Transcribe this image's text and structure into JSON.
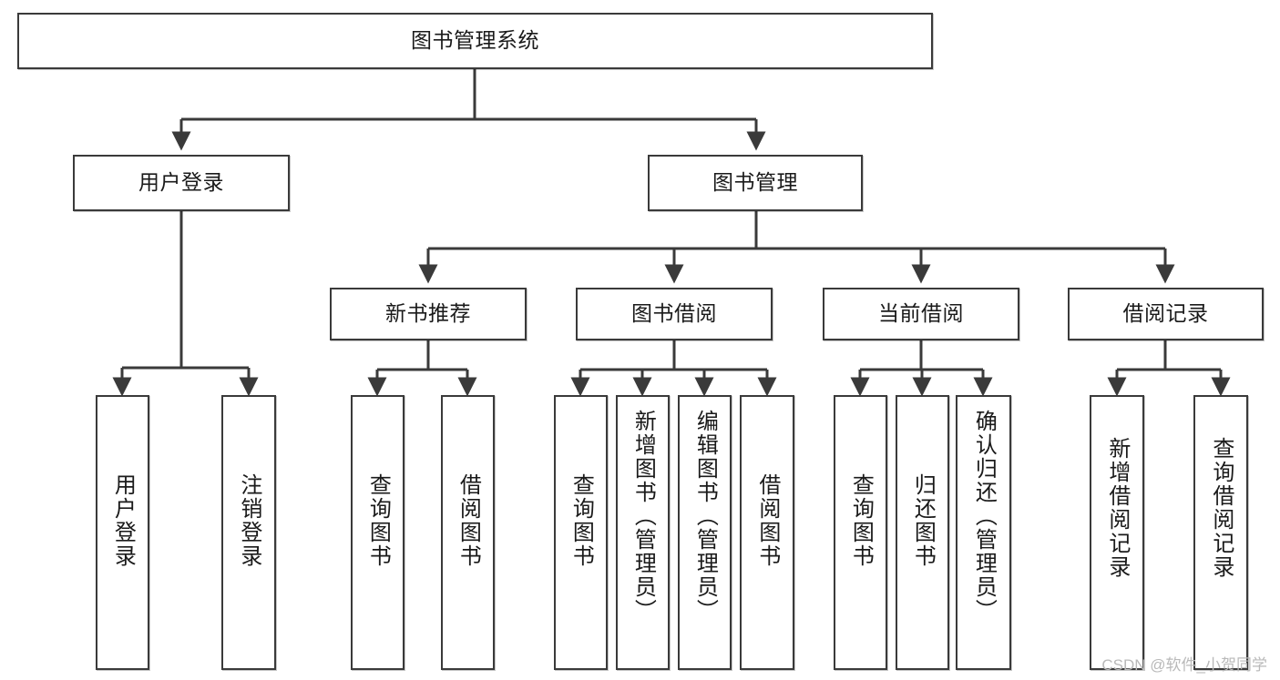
{
  "diagram": {
    "title": "图书管理系统",
    "type": "tree",
    "watermark": "CSDN @软件_小贺同学",
    "colors": {
      "box_border": "#3a3a3a",
      "box_fill": "#ffffff",
      "edge": "#3a3a3a",
      "text": "#1a1a1a",
      "watermark": "#b9b9b9"
    },
    "nodes": {
      "root": {
        "label": "图书管理系统",
        "level": 1,
        "orientation": "horizontal"
      },
      "user_login": {
        "label": "用户登录",
        "level": 2,
        "orientation": "horizontal"
      },
      "book_manage": {
        "label": "图书管理",
        "level": 2,
        "orientation": "horizontal"
      },
      "new_book_rec": {
        "label": "新书推荐",
        "level": 3,
        "orientation": "horizontal"
      },
      "book_borrow": {
        "label": "图书借阅",
        "level": 3,
        "orientation": "horizontal"
      },
      "current_borrow": {
        "label": "当前借阅",
        "level": 3,
        "orientation": "horizontal"
      },
      "borrow_record": {
        "label": "借阅记录",
        "level": 3,
        "orientation": "horizontal"
      },
      "leaf_user_login": {
        "label": "用户登录",
        "level": 4,
        "orientation": "vertical"
      },
      "leaf_logout": {
        "label": "注销登录",
        "level": 4,
        "orientation": "vertical"
      },
      "leaf_query_book_1": {
        "label": "查询图书",
        "level": 4,
        "orientation": "vertical"
      },
      "leaf_borrow_book_1": {
        "label": "借阅图书",
        "level": 4,
        "orientation": "vertical"
      },
      "leaf_query_book_2": {
        "label": "查询图书",
        "level": 4,
        "orientation": "vertical"
      },
      "leaf_add_book": {
        "label": "新增图书（管理员）",
        "level": 4,
        "orientation": "vertical"
      },
      "leaf_edit_book": {
        "label": "编辑图书（管理员）",
        "level": 4,
        "orientation": "vertical"
      },
      "leaf_borrow_book_2": {
        "label": "借阅图书",
        "level": 4,
        "orientation": "vertical"
      },
      "leaf_query_book_3": {
        "label": "查询图书",
        "level": 4,
        "orientation": "vertical"
      },
      "leaf_return_book": {
        "label": "归还图书",
        "level": 4,
        "orientation": "vertical"
      },
      "leaf_confirm_return": {
        "label": "确认归还（管理员）",
        "level": 4,
        "orientation": "vertical"
      },
      "leaf_add_record": {
        "label": "新增借阅记录",
        "level": 4,
        "orientation": "vertical"
      },
      "leaf_query_record": {
        "label": "查询借阅记录",
        "level": 4,
        "orientation": "vertical"
      }
    },
    "edges": [
      {
        "from": "root",
        "to": "user_login"
      },
      {
        "from": "root",
        "to": "book_manage"
      },
      {
        "from": "user_login",
        "to": "leaf_user_login"
      },
      {
        "from": "user_login",
        "to": "leaf_logout"
      },
      {
        "from": "book_manage",
        "to": "new_book_rec"
      },
      {
        "from": "book_manage",
        "to": "book_borrow"
      },
      {
        "from": "book_manage",
        "to": "current_borrow"
      },
      {
        "from": "book_manage",
        "to": "borrow_record"
      },
      {
        "from": "new_book_rec",
        "to": "leaf_query_book_1"
      },
      {
        "from": "new_book_rec",
        "to": "leaf_borrow_book_1"
      },
      {
        "from": "book_borrow",
        "to": "leaf_query_book_2"
      },
      {
        "from": "book_borrow",
        "to": "leaf_add_book"
      },
      {
        "from": "book_borrow",
        "to": "leaf_edit_book"
      },
      {
        "from": "book_borrow",
        "to": "leaf_borrow_book_2"
      },
      {
        "from": "current_borrow",
        "to": "leaf_query_book_3"
      },
      {
        "from": "current_borrow",
        "to": "leaf_return_book"
      },
      {
        "from": "current_borrow",
        "to": "leaf_confirm_return"
      },
      {
        "from": "borrow_record",
        "to": "leaf_add_record"
      },
      {
        "from": "borrow_record",
        "to": "leaf_query_record"
      }
    ]
  }
}
